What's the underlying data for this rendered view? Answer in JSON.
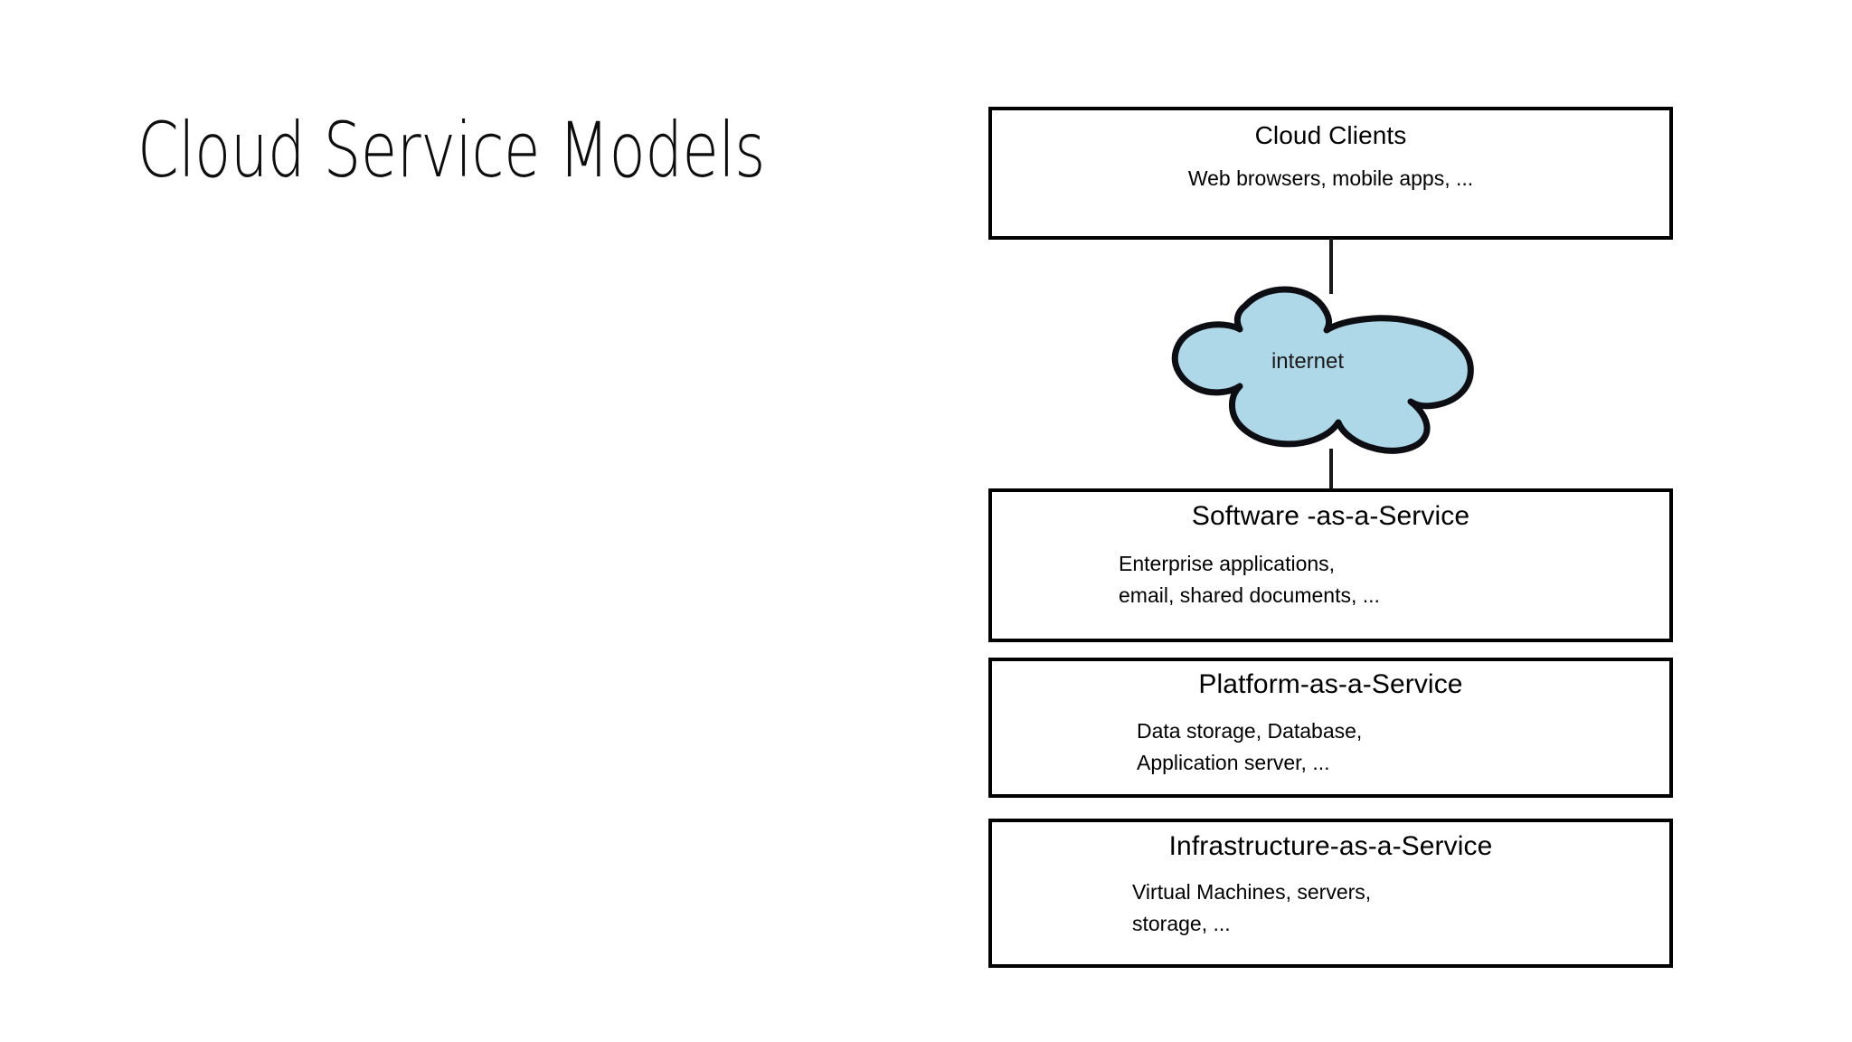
{
  "slide": {
    "title": "Cloud Service Models",
    "background_color": "#ffffff",
    "text_color": "#000000"
  },
  "diagram": {
    "type": "layered-stack",
    "stroke_color": "#000000",
    "cloud_fill_color": "#aed7e8",
    "cloud": {
      "label": "internet"
    },
    "boxes": [
      {
        "id": "cloud-clients",
        "title": "Cloud Clients",
        "subtitle": "Web browsers, mobile apps, ...",
        "align": "center"
      },
      {
        "id": "saas",
        "title": "Software -as-a-Service",
        "subtitle": "Enterprise applications,\nemail, shared documents, ...",
        "align": "left"
      },
      {
        "id": "paas",
        "title": "Platform-as-a-Service",
        "subtitle": "Data storage, Database,\nApplication server, ...",
        "align": "left"
      },
      {
        "id": "iaas",
        "title": "Infrastructure-as-a-Service",
        "subtitle": "Virtual Machines, servers,\nstorage, ...",
        "align": "left"
      }
    ]
  }
}
